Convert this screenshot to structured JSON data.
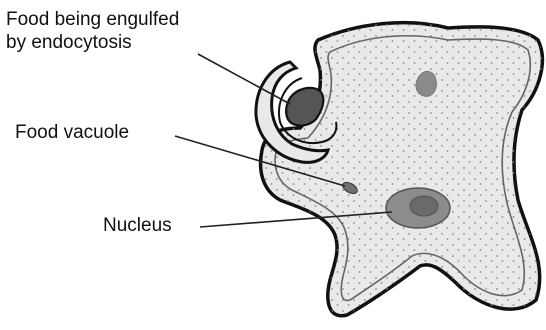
{
  "diagram": {
    "labels": {
      "food_engulfed_line1": "Food being engulfed",
      "food_engulfed_line2": "by endocytosis",
      "food_vacuole": "Food vacuole",
      "nucleus": "Nucleus"
    },
    "colors": {
      "cytoplasm": "#e9e9e9",
      "outline": "#111111",
      "dots": "#8a8a8a",
      "food_particle": "#555555",
      "nucleus_outer": "#8c8c8c",
      "nucleus_inner": "#6a6a6a",
      "vacuole": "#707070",
      "leader_line": "#222222"
    }
  }
}
